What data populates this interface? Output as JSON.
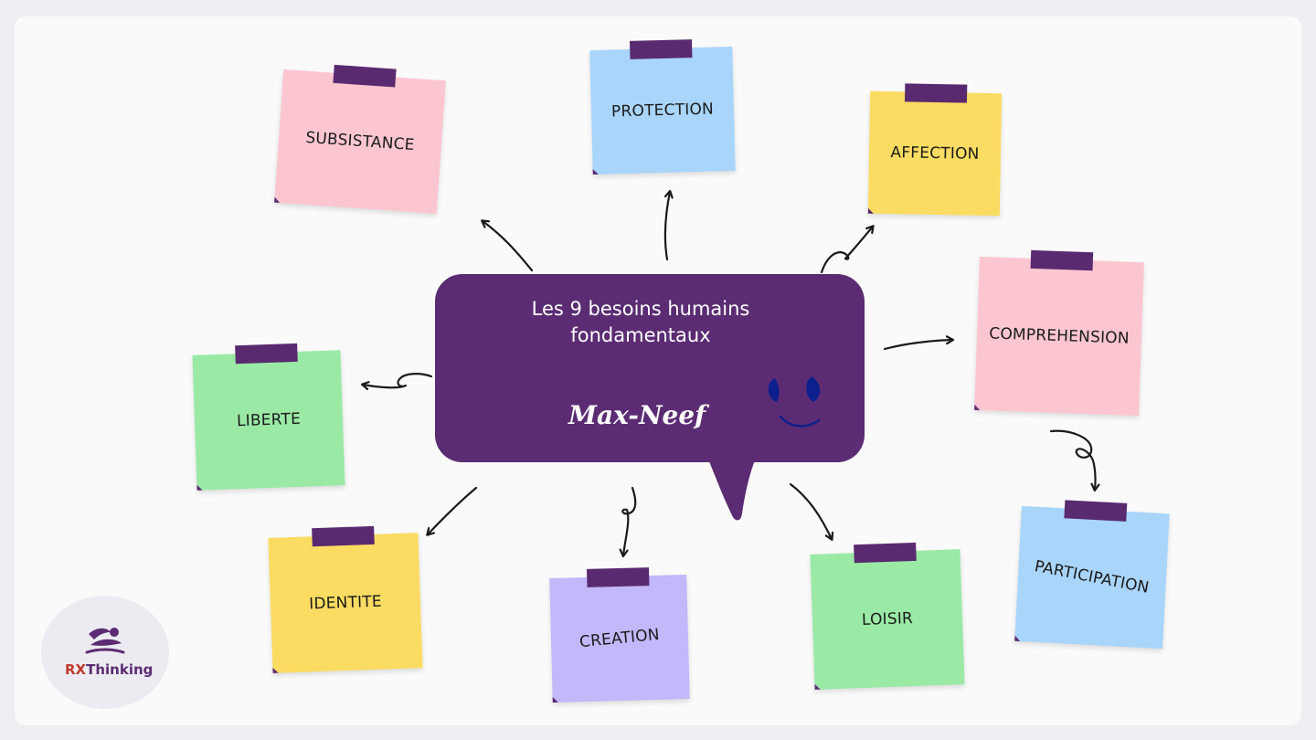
{
  "center": {
    "title_line1": "Les 9 besoins humains",
    "title_line2": "fondamentaux",
    "author": "Max-Neef"
  },
  "needs": [
    {
      "label": "SUBSISTANCE",
      "color": "#fcc6d1"
    },
    {
      "label": "PROTECTION",
      "color": "#a9d5fb"
    },
    {
      "label": "AFFECTION",
      "color": "#fbdc62"
    },
    {
      "label": "COMPREHENSION",
      "color": "#fcc6d1"
    },
    {
      "label": "PARTICIPATION",
      "color": "#a9d5fb"
    },
    {
      "label": "LOISIR",
      "color": "#9aeaa6"
    },
    {
      "label": "CREATION",
      "color": "#c2b8fa"
    },
    {
      "label": "IDENTITE",
      "color": "#fbdc62"
    },
    {
      "label": "LIBERTE",
      "color": "#9aeaa6"
    }
  ],
  "logo": {
    "prefix": "RX",
    "suffix": "Thinking"
  },
  "colors": {
    "bubble": "#5b2c73",
    "tape": "#5a2a70",
    "background": "#fafafa"
  }
}
